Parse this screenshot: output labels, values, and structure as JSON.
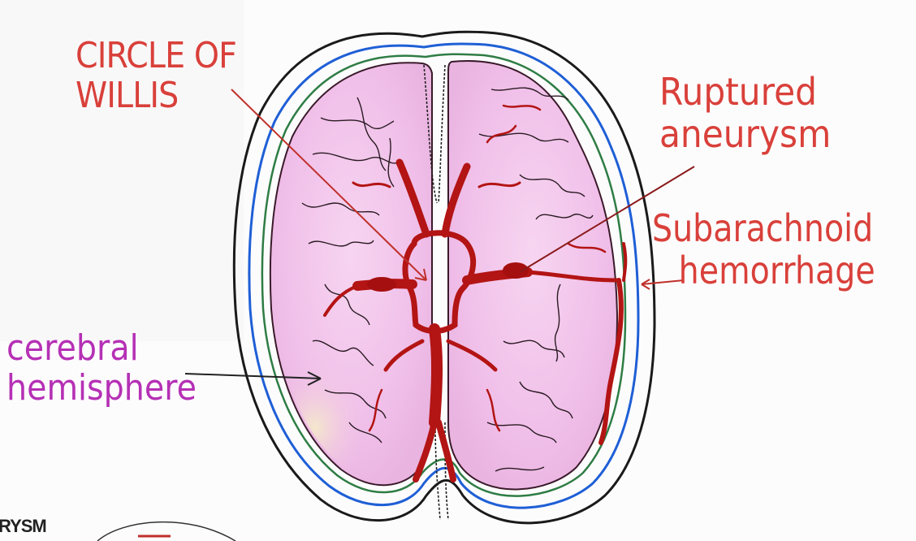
{
  "labels": {
    "circle_of_willis": [
      "CIRCLE OF",
      "WILLIS"
    ],
    "ruptured_aneurysm": [
      "Ruptured",
      "aneurysm"
    ],
    "subarachnoid_hemorrhage": [
      "Subarachnoid",
      "hemorrhage"
    ],
    "cerebral_hemisphere": [
      "cerebral",
      "hemisphere"
    ],
    "cropped_inset": "RYSM"
  },
  "colors": {
    "label_red": "#d9403a",
    "label_magenta": "#b530b5",
    "label_black": "#222222",
    "brain_pink": "#f2c4ec",
    "vessel_red": "#b31414",
    "meninges_blue": "#1f5fd6",
    "meninges_green": "#2e7d44",
    "skull_black": "#1a1a1a"
  }
}
